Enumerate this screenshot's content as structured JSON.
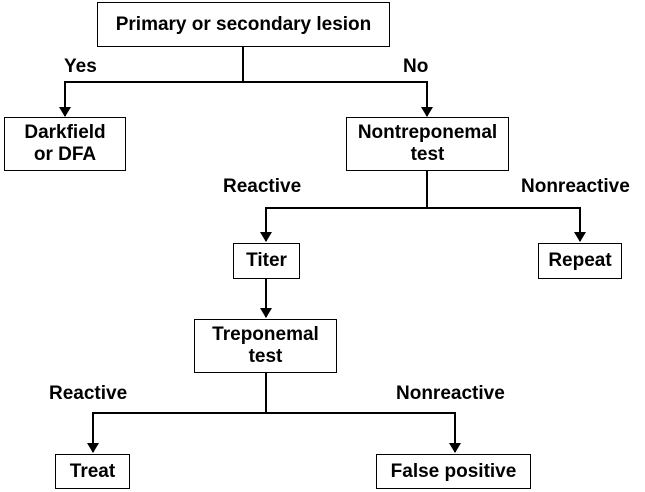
{
  "nodes": {
    "start": "Primary or secondary lesion",
    "darkfield": "Darkfield\nor DFA",
    "nontreponemal": "Nontreponemal\ntest",
    "titer": "Titer",
    "repeat": "Repeat",
    "treponemal": "Treponemal\ntest",
    "treat": "Treat",
    "false_positive": "False positive"
  },
  "edges": {
    "start_yes": "Yes",
    "start_no": "No",
    "nontreponemal_reactive": "Reactive",
    "nontreponemal_nonreactive": "Nonreactive",
    "treponemal_reactive": "Reactive",
    "treponemal_nonreactive": "Nonreactive"
  }
}
